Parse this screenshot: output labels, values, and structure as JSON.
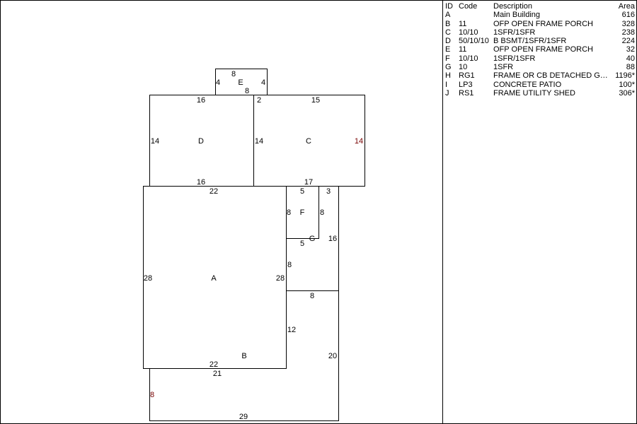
{
  "legend": {
    "headers": {
      "id": "ID",
      "code": "Code",
      "description": "Description",
      "area": "Area"
    },
    "rows": [
      {
        "id": "A",
        "code": "",
        "description": "Main Building",
        "area": "616"
      },
      {
        "id": "B",
        "code": "11",
        "description": "OFP   OPEN FRAME PORCH",
        "area": "328"
      },
      {
        "id": "C",
        "code": "10/10",
        "description": "1SFR/1SFR",
        "area": "238"
      },
      {
        "id": "D",
        "code": "50/10/10",
        "description": "B  BSMT/1SFR/1SFR",
        "area": "224"
      },
      {
        "id": "E",
        "code": "11",
        "description": "OFP   OPEN FRAME PORCH",
        "area": "32"
      },
      {
        "id": "F",
        "code": "10/10",
        "description": "1SFR/1SFR",
        "area": "40"
      },
      {
        "id": "G",
        "code": "10",
        "description": "1SFR",
        "area": "88"
      },
      {
        "id": "H",
        "code": "RG1",
        "description": "FRAME OR CB DETACHED G…",
        "area": "1196*"
      },
      {
        "id": "I",
        "code": "LP3",
        "description": "CONCRETE PATIO",
        "area": "100*"
      },
      {
        "id": "J",
        "code": "RS1",
        "description": "FRAME UTILITY SHED",
        "area": "306*"
      }
    ]
  },
  "sketch": {
    "E": {
      "top": "8",
      "left": "4",
      "label": "E",
      "right": "4",
      "bottom": "8"
    },
    "D": {
      "top": "16",
      "left": "14",
      "label": "D",
      "bottom": "16"
    },
    "C": {
      "top_left": "2",
      "top": "15",
      "left": "14",
      "label": "C",
      "right": "14",
      "bottom": "17"
    },
    "A": {
      "top": "22",
      "left": "28",
      "label": "A",
      "right": "28",
      "bottom": "22"
    },
    "F": {
      "top": "5",
      "left": "8",
      "label": "F",
      "right": "8",
      "bottom": "5"
    },
    "G": {
      "top": "3",
      "label": "G",
      "right": "16",
      "left": "8",
      "bottom": "8"
    },
    "B": {
      "left_upper": "12",
      "label": "B",
      "right": "20",
      "top": "21",
      "left": "8",
      "bottom": "29"
    }
  }
}
